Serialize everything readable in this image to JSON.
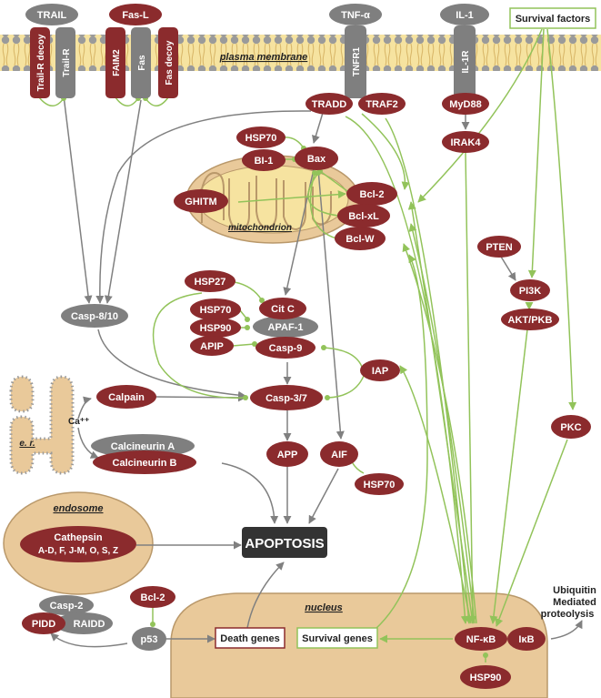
{
  "colors": {
    "red": "#8b2b2d",
    "gray": "#7f7f7f",
    "green": "#92c35a",
    "dark_gray_line": "#808080",
    "tan_fill": "#e9c99a",
    "tan_stroke": "#b9986a",
    "membrane": "#f3dc8a",
    "apoptosis_box": "#333333"
  },
  "membrane": {
    "label": "plasma membrane"
  },
  "ligands": {
    "trail": "TRAIL",
    "fasl": "Fas-L",
    "tnfa": "TNF-α",
    "il1": "IL-1",
    "survival": "Survival factors"
  },
  "receptors": {
    "trailr_decoy": "Trail-R decoy",
    "trailr": "Trail-R",
    "faim2": "FAIM2",
    "fas": "Fas",
    "fas_decoy": "Fas decoy",
    "tnfr1": "TNFR1",
    "il1r": "IL-1R"
  },
  "proteins": {
    "tradd": "TRADD",
    "traf2": "TRAF2",
    "myd88": "MyD88",
    "irak4": "IRAK4",
    "hsp70_top": "HSP70",
    "bi1": "BI-1",
    "bax": "Bax",
    "ghitm": "GHITM",
    "bcl2": "Bcl-2",
    "bclxl": "Bcl-xL",
    "bclw": "Bcl-W",
    "pten": "PTEN",
    "pi3k": "PI3K",
    "aktpkb": "AKT/PKB",
    "casp810": "Casp-8/10",
    "hsp27": "HSP27",
    "citc": "Cit C",
    "hsp70_mid": "HSP70",
    "hsp90_mid": "HSP90",
    "apaf1": "APAF-1",
    "apip": "APIP",
    "casp9": "Casp-9",
    "iap": "IAP",
    "calpain": "Calpain",
    "casp37": "Casp-3/7",
    "pkc": "PKC",
    "ca": "Ca⁺⁺",
    "calcineurin_a": "Calcineurin A",
    "calcineurin_b": "Calcineurin B",
    "app": "APP",
    "aif": "AIF",
    "hsp70_aif": "HSP70",
    "casp2": "Casp-2",
    "pidd": "PIDD",
    "raidd": "RAIDD",
    "bcl2_low": "Bcl-2",
    "p53": "p53",
    "nfkb": "NF-κB",
    "ikb": "IκB",
    "hsp90_low": "HSP90"
  },
  "organelles": {
    "mitochondrion": "mitochondrion",
    "er": "e. r.",
    "endosome": "endosome",
    "cathepsin_line1": "Cathepsin",
    "cathepsin_line2": "A-D, F, J-M, O, S, Z",
    "nucleus": "nucleus"
  },
  "apoptosis": "APOPTOSIS",
  "genes": {
    "death": "Death genes",
    "survival": "Survival genes"
  },
  "ubiquitin": {
    "line1": "Ubiquitin",
    "line2": "Mediated",
    "line3": "proteolysis"
  }
}
